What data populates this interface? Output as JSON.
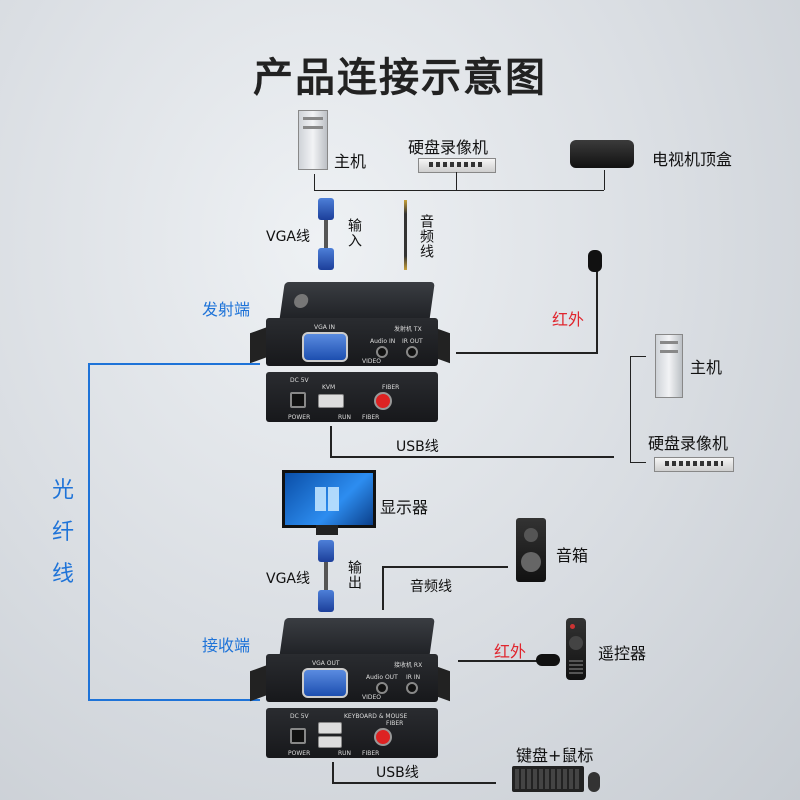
{
  "title": "产品连接示意图",
  "labels": {
    "host_top": "主机",
    "nvr_top": "硬盘录像机",
    "settop": "电视机顶盒",
    "vga_top": "VGA线",
    "input": "输入",
    "audio_cable_top": "音频线",
    "sender": "发射端",
    "ir_top": "红外",
    "host_right": "主机",
    "nvr_right": "硬盘录像机",
    "usb_top": "USB线",
    "fiber": "光纤线",
    "monitor": "显示器",
    "vga_bottom": "VGA线",
    "output": "输出",
    "audio_cable_bottom": "音频线",
    "speaker": "音箱",
    "receiver": "接收端",
    "ir_bottom": "红外",
    "remote": "遥控器",
    "keyboard_mouse": "键盘+鼠标",
    "usb_bottom": "USB线"
  },
  "device_tx": {
    "vga_in": "VGA IN",
    "model": "发射机 TX",
    "audio_in": "Audio IN",
    "ir_out": "IR OUT",
    "video": "VIDEO",
    "dc": "DC 5V",
    "kvm": "KVM",
    "fiber": "FIBER",
    "power": "POWER",
    "run": "RUN",
    "fiber_led": "FIBER"
  },
  "device_rx": {
    "vga_out": "VGA OUT",
    "model": "接收机 RX",
    "audio_out": "Audio OUT",
    "ir_in": "IR IN",
    "video": "VIDEO",
    "dc": "DC 5V",
    "kb": "KEYBOARD & MOUSE",
    "fiber": "FIBER",
    "power": "POWER",
    "run": "RUN",
    "fiber_led": "FIBER"
  },
  "colors": {
    "blue": "#1e73d8",
    "red": "#e0262e"
  }
}
